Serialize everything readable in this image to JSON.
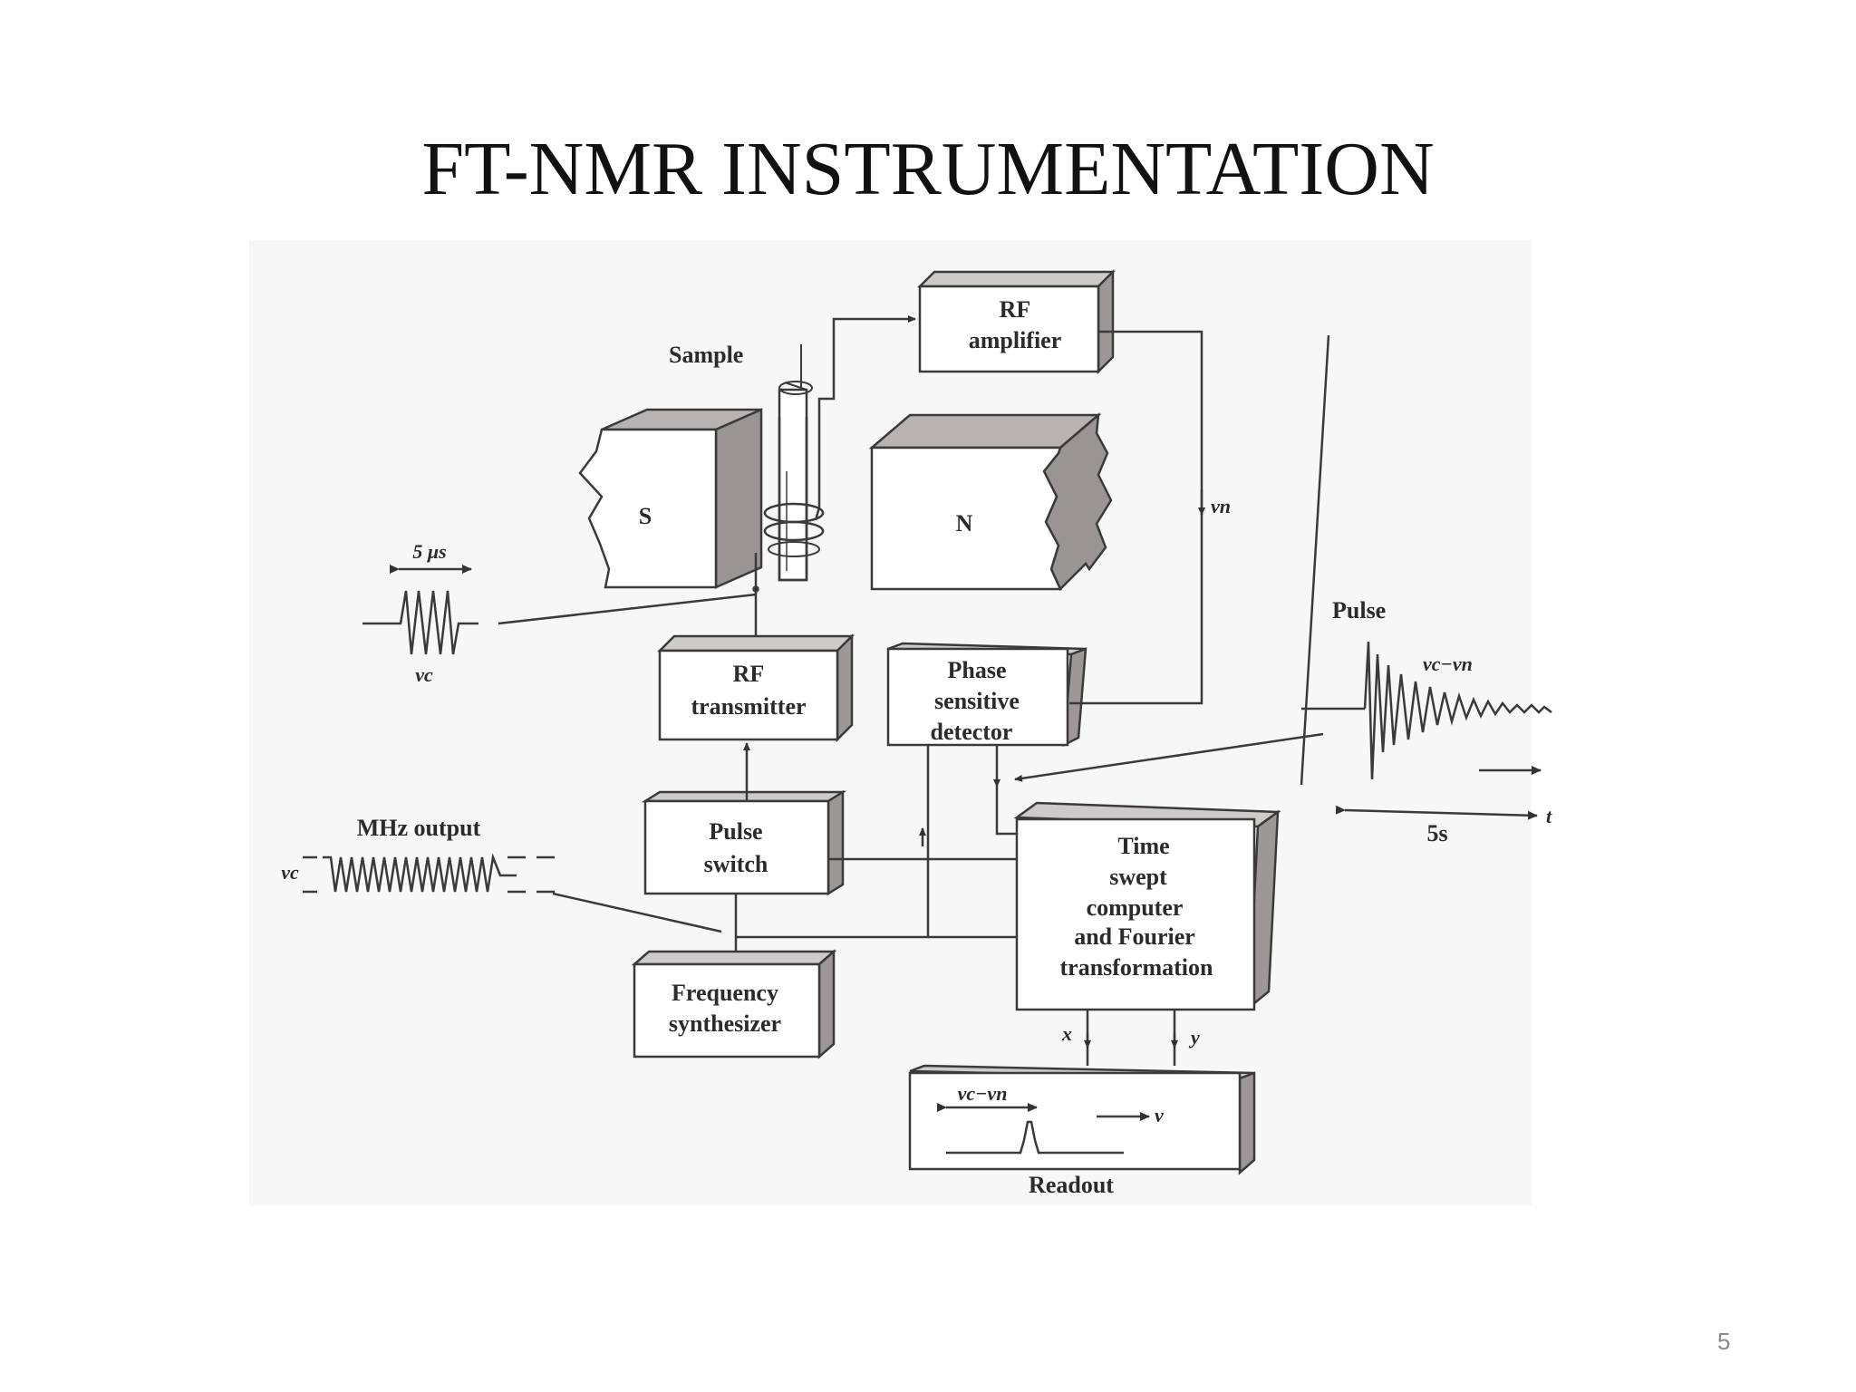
{
  "slide": {
    "title": "FT-NMR INSTRUMENTATION",
    "page_number": "5"
  },
  "diagram": {
    "blocks": {
      "rf_amplifier": [
        "RF",
        "amplifier"
      ],
      "rf_transmitter": [
        "RF",
        "transmitter"
      ],
      "phase_detector": [
        "Phase",
        "sensitive",
        "detector"
      ],
      "pulse_switch": [
        "Pulse",
        "switch"
      ],
      "frequency_synthesizer": [
        "Frequency",
        "synthesizer"
      ],
      "computer": [
        "Time",
        "swept",
        "computer",
        "and Fourier",
        "transformation"
      ],
      "readout": "Readout"
    },
    "magnet": {
      "south_pole": "S",
      "north_pole": "N"
    },
    "labels": {
      "sample": "Sample",
      "pulse_width": "5 μs",
      "nu_c_input": "νc",
      "mhz_output": "MHz output",
      "nu_c_output": "νc",
      "nu_n": "νn",
      "pulse": "Pulse",
      "beat_frequency": "νc−νn",
      "decay_time": "5s",
      "time_axis": "t",
      "x_signal": "x",
      "y_signal": "y",
      "readout_frequency": "νc−νn",
      "frequency_axis": "ν"
    }
  }
}
